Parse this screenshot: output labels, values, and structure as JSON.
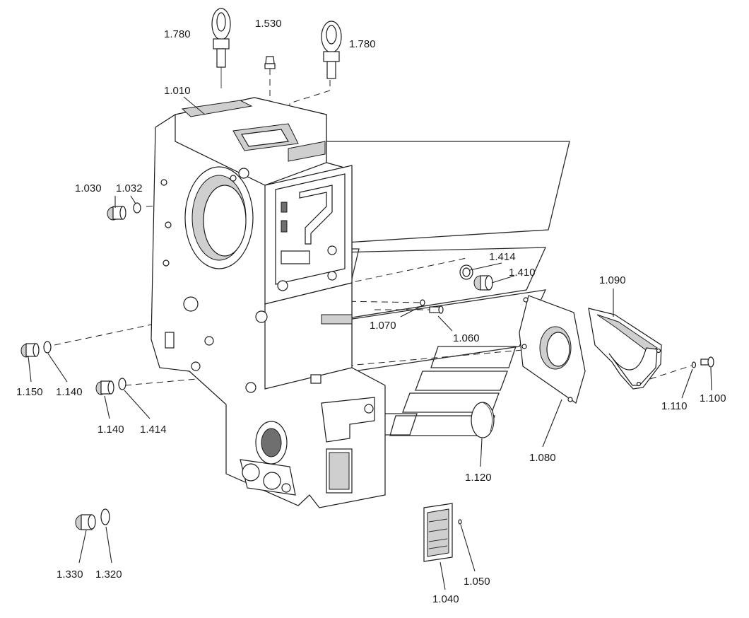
{
  "diagram": {
    "labels": {
      "l1780a": "1.780",
      "l1530": "1.530",
      "l1780b": "1.780",
      "l1010": "1.010",
      "l1030": "1.030",
      "l1032": "1.032",
      "l1414a": "1.414",
      "l1410": "1.410",
      "l1090": "1.090",
      "l1070": "1.070",
      "l1060": "1.060",
      "l1150": "1.150",
      "l1140a": "1.140",
      "l1140b": "1.140",
      "l1414b": "1.414",
      "l1110": "1.110",
      "l1100": "1.100",
      "l1120": "1.120",
      "l1080": "1.080",
      "l1330": "1.330",
      "l1320": "1.320",
      "l1050": "1.050",
      "l1040": "1.040"
    }
  }
}
